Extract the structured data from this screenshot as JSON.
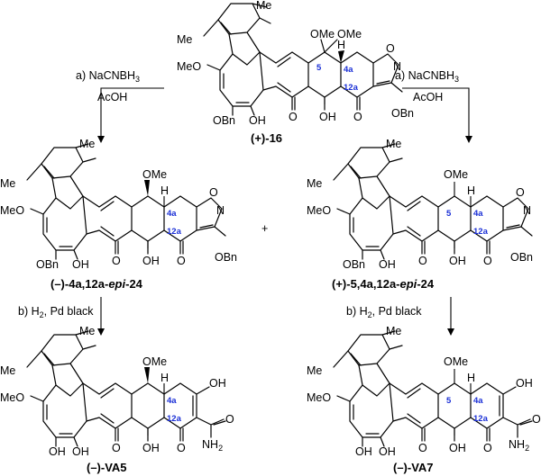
{
  "compounds": {
    "c16": {
      "label": "(+)-16",
      "numbers": [
        "5",
        "4a",
        "12a"
      ]
    },
    "c24a": {
      "label": "(–)-4a,12a-epi-24",
      "label_pre": "(–)-4a,12a-",
      "label_it": "epi",
      "label_post": "-24",
      "numbers": [
        "4a",
        "12a"
      ]
    },
    "c24b": {
      "label": "(+)-5,4a,12a-epi-24",
      "label_pre": "(+)-5,4a,12a-",
      "label_it": "epi",
      "label_post": "-24",
      "numbers": [
        "5",
        "4a",
        "12a"
      ]
    },
    "va5": {
      "label": "(–)-VA5",
      "numbers": [
        "4a",
        "12a"
      ]
    },
    "va7": {
      "label": "(–)-VA7",
      "numbers": [
        "5",
        "4a",
        "12a"
      ]
    }
  },
  "reagents": {
    "a_left": {
      "line1": "a) NaCNBH",
      "sub": "3",
      "line2": "AcOH"
    },
    "a_right": {
      "line1": "a) NaCNBH",
      "sub": "3",
      "line2": "AcOH"
    },
    "b_left": {
      "line1": "b) H",
      "sub": "2",
      "rest": ", Pd black"
    },
    "b_right": {
      "line1": "b) H",
      "sub": "2",
      "rest": ", Pd black"
    }
  },
  "plus_sign": "+",
  "atoms": {
    "me": "Me",
    "meo": "MeO",
    "ome": "OMe",
    "h": "H",
    "o": "O",
    "n": "N",
    "obn": "OBn",
    "oh": "OH",
    "nh": "NH",
    "nh_sub": "2"
  }
}
